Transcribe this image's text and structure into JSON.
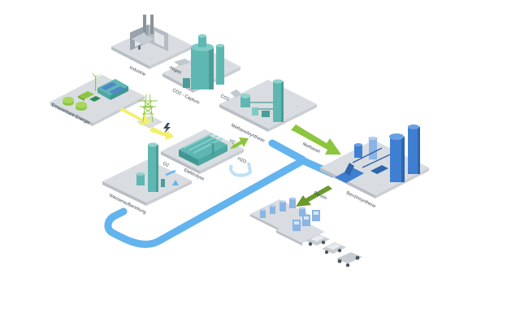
{
  "diagram": {
    "colors": {
      "platform": "#d9dde1",
      "platform_edge": "#b8bec4",
      "teal": "#5fb7b2",
      "blue": "#3f7fd1",
      "green_arrow": "#8cc63f",
      "yellow_arrow": "#f2ef6a",
      "light_blue_pipe": "#63b4ee"
    },
    "labels": {
      "industrie": "Industrie",
      "abgas": "Abgas",
      "co2_capture": "CO2 - Capture",
      "co2": "CO2",
      "erneuerbare_energie": "Erneuerbare Energie",
      "methanolsynthese": "Methanolsynthese",
      "methanol": "Methanol",
      "h2": "H2",
      "o2": "O2",
      "h2o": "H2O",
      "elektrolyse": "Elektrolyse",
      "wasseraufbereitung": "Wasseraufbereitung",
      "benzin": "Benzin",
      "benzinsynthese": "Benzinsynthese"
    }
  }
}
